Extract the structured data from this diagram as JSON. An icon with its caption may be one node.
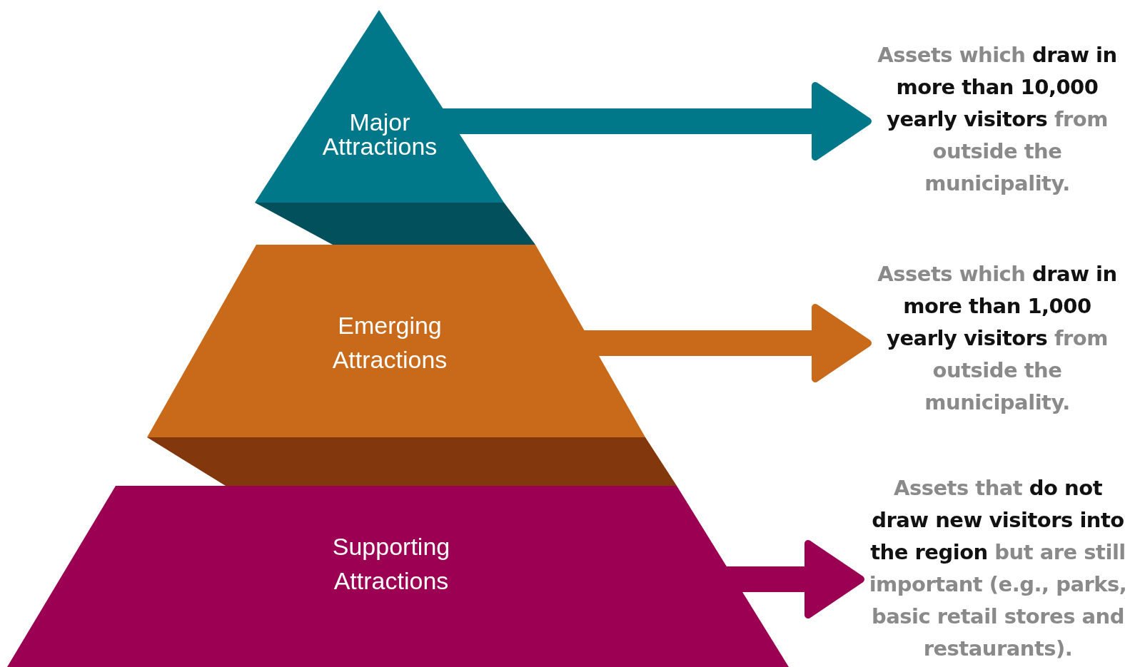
{
  "diagram": {
    "nodes": [
      {
        "text": [
          "Major Attractions"
        ]
      },
      {
        "text": [
          "Emerging Attractions"
        ]
      },
      {
        "text": [
          "Supporting Attractions"
        ]
      },
      {
        "text": [
          "Assets which **draw in more than 10,000 yearly visitors** from outside the municipality."
        ]
      },
      {
        "text": [
          "Assets which **draw in more than 1,000 yearly visitors** from outside the municipality."
        ]
      },
      {
        "text": [
          "Assets that **do not draw new visitors into the region** but are still important (e.g., parks, basic retail stores and restaurants)."
        ]
      }
    ],
    "edges": [
      {
        "from": 0,
        "to": 3,
        "arrow": "to",
        "color": "#00788a"
      },
      {
        "from": 1,
        "to": 4,
        "arrow": "to",
        "color": "#c96a1b"
      },
      {
        "from": 2,
        "to": 5,
        "arrow": "to",
        "color": "#9c0052"
      }
    ]
  }
}
